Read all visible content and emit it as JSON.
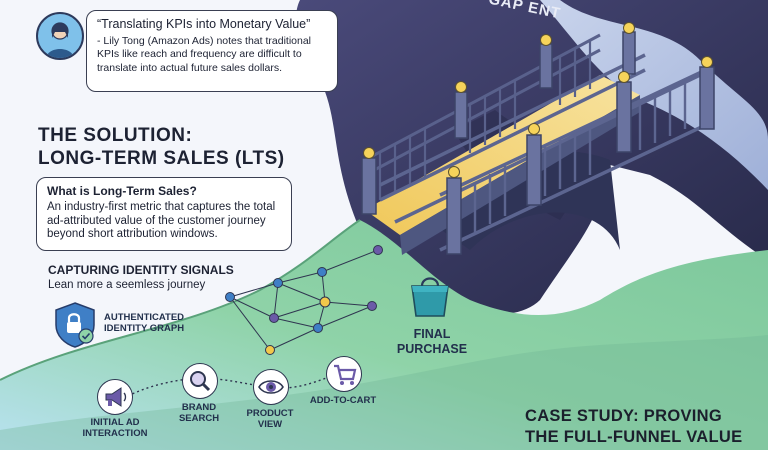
{
  "quote": {
    "title": "“Translating KPIs into Monetary Value”",
    "body": "- Lily Tong (Amazon Ads) notes that traditional KPIs like reach and frequency are difficult to translate into actual future sales dollars."
  },
  "solution": {
    "line1": "THE SOLUTION:",
    "line2": "LONG-TERM SALES (LTS)"
  },
  "lts": {
    "question": "What is Long-Term Sales?",
    "answer": "An industry-first metric that captures the total ad-attributed value of the customer journey beyond short attribution windows."
  },
  "identity": {
    "title": "CAPTURING IDENTITY SIGNALS",
    "subtitle": "Lean more a seemless journey",
    "graph_label_1": "AUTHENTICATED",
    "graph_label_2": "IDENTITY GRAPH"
  },
  "journey": {
    "steps": [
      {
        "label_1": "INITIAL AD",
        "label_2": "INTERACTION",
        "icon": "megaphone-icon"
      },
      {
        "label_1": "BRAND",
        "label_2": "SEARCH",
        "icon": "magnifier-icon"
      },
      {
        "label_1": "PRODUCT",
        "label_2": "VIEW",
        "icon": "eye-icon"
      },
      {
        "label_1": "ADD-TO-CART",
        "label_2": "",
        "icon": "cart-icon"
      }
    ],
    "final_1": "FINAL",
    "final_2": "PURCHASE",
    "final_icon": "shopping-bag-icon"
  },
  "case_study": {
    "line1": "CASE STUDY: PROVING",
    "line2": "THE FULL-FUNNEL VALUE"
  },
  "map_fragment": "GAP    ENT",
  "colors": {
    "path_green": "#8fd3a8",
    "path_blue": "#a6c8e8",
    "bridge_deck": "#f2cf6a",
    "mountain": "#3b3a63",
    "node_blue": "#3f7fc6",
    "node_yellow": "#f2c84b",
    "node_purple": "#6b5aa8"
  }
}
